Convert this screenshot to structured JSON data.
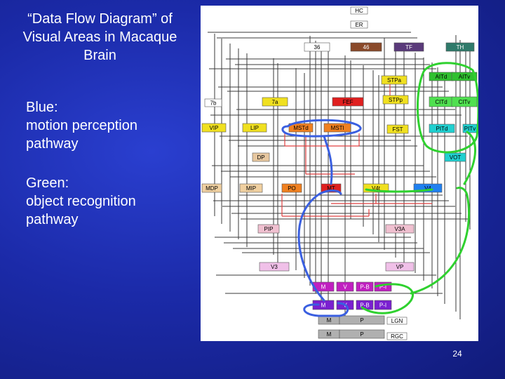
{
  "slide": {
    "title": "“Data Flow Diagram” of Visual Areas in Macaque Brain",
    "blue_label": "Blue:",
    "blue_desc": "motion perception pathway",
    "green_label": "Green:",
    "green_desc": "object recognition pathway",
    "page_number": "24"
  },
  "diagram": {
    "background": "#ffffff",
    "wire_color": "#3a3a3a",
    "red_wire_color": "#e04040",
    "blue_path_color": "#3a5fe0",
    "green_path_color": "#2fd12f",
    "areas": [
      {
        "id": "HC",
        "label": "HC",
        "fill": "#ffffff",
        "text": "#000000"
      },
      {
        "id": "ER",
        "label": "ER",
        "fill": "#ffffff",
        "text": "#000000"
      },
      {
        "id": "36",
        "label": "36",
        "fill": "#ffffff",
        "text": "#000000"
      },
      {
        "id": "46",
        "label": "46",
        "fill": "#8a4a2a",
        "text": "#ffffff"
      },
      {
        "id": "TF",
        "label": "TF",
        "fill": "#5a3a7a",
        "text": "#ffffff"
      },
      {
        "id": "TH",
        "label": "TH",
        "fill": "#2f7a6a",
        "text": "#ffffff"
      },
      {
        "id": "STPa",
        "label": "STPa",
        "fill": "#f0e020",
        "text": "#000000"
      },
      {
        "id": "AITd",
        "label": "AITd",
        "fill": "#30c030",
        "text": "#000000"
      },
      {
        "id": "AITv",
        "label": "AITv",
        "fill": "#30c030",
        "text": "#000000"
      },
      {
        "id": "7b",
        "label": "7b",
        "fill": "#ffffff",
        "text": "#000000"
      },
      {
        "id": "7a",
        "label": "7a",
        "fill": "#f0e020",
        "text": "#000000"
      },
      {
        "id": "FEF",
        "label": "FEF",
        "fill": "#e02020",
        "text": "#000000"
      },
      {
        "id": "STPp",
        "label": "STPp",
        "fill": "#f0e020",
        "text": "#000000"
      },
      {
        "id": "CITd",
        "label": "CITd",
        "fill": "#50e050",
        "text": "#000000"
      },
      {
        "id": "CITv",
        "label": "CITv",
        "fill": "#50e050",
        "text": "#000000"
      },
      {
        "id": "VIP",
        "label": "VIP",
        "fill": "#f0e020",
        "text": "#000000"
      },
      {
        "id": "LIP",
        "label": "LIP",
        "fill": "#f0e020",
        "text": "#000000"
      },
      {
        "id": "MSTd",
        "label": "MSTd",
        "fill": "#f08020",
        "text": "#000000"
      },
      {
        "id": "MSTl",
        "label": "MSTl",
        "fill": "#f08020",
        "text": "#000000"
      },
      {
        "id": "FST",
        "label": "FST",
        "fill": "#f0e020",
        "text": "#000000"
      },
      {
        "id": "PITd",
        "label": "PITd",
        "fill": "#20d0d0",
        "text": "#000000"
      },
      {
        "id": "PITv",
        "label": "PITv",
        "fill": "#20d0d0",
        "text": "#000000"
      },
      {
        "id": "DP",
        "label": "DP",
        "fill": "#e8c8a0",
        "text": "#000000"
      },
      {
        "id": "VOT",
        "label": "VOT",
        "fill": "#20d0d0",
        "text": "#000000"
      },
      {
        "id": "MDP",
        "label": "MDP",
        "fill": "#f0d0a0",
        "text": "#000000"
      },
      {
        "id": "MIP",
        "label": "MIP",
        "fill": "#f0d0a0",
        "text": "#000000"
      },
      {
        "id": "PO",
        "label": "PO",
        "fill": "#f08020",
        "text": "#000000"
      },
      {
        "id": "MT",
        "label": "MT",
        "fill": "#e02020",
        "text": "#000000"
      },
      {
        "id": "V4t",
        "label": "V4t",
        "fill": "#f0e020",
        "text": "#000000"
      },
      {
        "id": "V4",
        "label": "V4",
        "fill": "#2080f0",
        "text": "#000000"
      },
      {
        "id": "PIP",
        "label": "PIP",
        "fill": "#f0c0d0",
        "text": "#000000"
      },
      {
        "id": "V3A",
        "label": "V3A",
        "fill": "#f0c0d0",
        "text": "#000000"
      },
      {
        "id": "V3",
        "label": "V3",
        "fill": "#f0c0e8",
        "text": "#000000"
      },
      {
        "id": "VP",
        "label": "VP",
        "fill": "#f0c0e8",
        "text": "#000000"
      },
      {
        "id": "V2M",
        "label": "M",
        "fill": "#c020c0",
        "text": "#ffffff"
      },
      {
        "id": "V2V",
        "label": "V",
        "fill": "#c020c0",
        "text": "#ffffff"
      },
      {
        "id": "V2PB",
        "label": "P-B",
        "fill": "#c020c0",
        "text": "#ffffff"
      },
      {
        "id": "V2PI",
        "label": "P-I",
        "fill": "#c020c0",
        "text": "#ffffff"
      },
      {
        "id": "V1M",
        "label": "M",
        "fill": "#7a20d0",
        "text": "#ffffff"
      },
      {
        "id": "V1V",
        "label": "V",
        "fill": "#7a20d0",
        "text": "#ffffff"
      },
      {
        "id": "V1PB",
        "label": "P-B",
        "fill": "#7a20d0",
        "text": "#ffffff"
      },
      {
        "id": "V1PI",
        "label": "P-I",
        "fill": "#7a20d0",
        "text": "#ffffff"
      },
      {
        "id": "LGNM",
        "label": "M",
        "fill": "#b0b0b0",
        "text": "#000000"
      },
      {
        "id": "LGNP",
        "label": "P",
        "fill": "#b0b0b0",
        "text": "#000000"
      },
      {
        "id": "LGN",
        "label": "LGN",
        "fill": "#ffffff",
        "text": "#000000"
      },
      {
        "id": "RGCM",
        "label": "M",
        "fill": "#b0b0b0",
        "text": "#000000"
      },
      {
        "id": "RGCP",
        "label": "P",
        "fill": "#b0b0b0",
        "text": "#000000"
      },
      {
        "id": "RGC",
        "label": "RGC",
        "fill": "#ffffff",
        "text": "#000000"
      }
    ]
  }
}
